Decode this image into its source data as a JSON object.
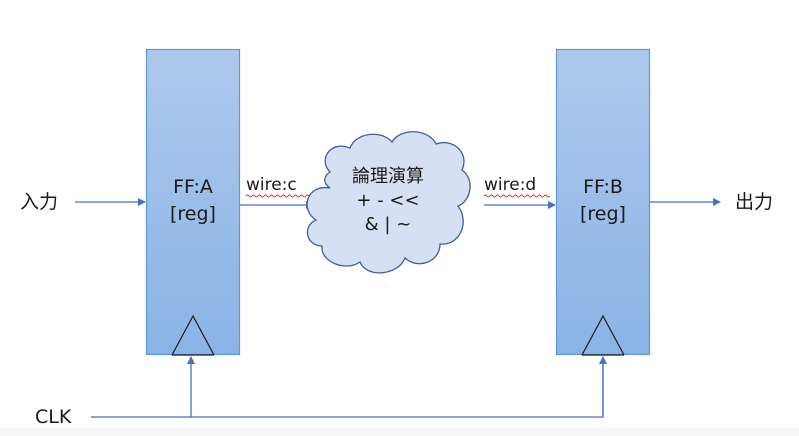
{
  "diagram": {
    "input_label": "入力",
    "output_label": "出力",
    "clock_label": "CLK",
    "ff_a": {
      "name": "FF:A",
      "type": "[reg]"
    },
    "ff_b": {
      "name": "FF:B",
      "type": "[reg]"
    },
    "wire_c": "wire:c",
    "wire_d": "wire:d",
    "logic": {
      "title": "論理演算",
      "ops_line1": "+ - <<",
      "ops_line2": "& | ~"
    }
  },
  "colors": {
    "box_fill_top": "#adc9ec",
    "box_fill_bottom": "#8bb4e6",
    "box_stroke": "#5b9bd5",
    "arrow": "#4472c4",
    "cloud_fill": "#d6e0f3",
    "cloud_stroke": "#3f5fa0",
    "spell_underline": "#e02020"
  }
}
